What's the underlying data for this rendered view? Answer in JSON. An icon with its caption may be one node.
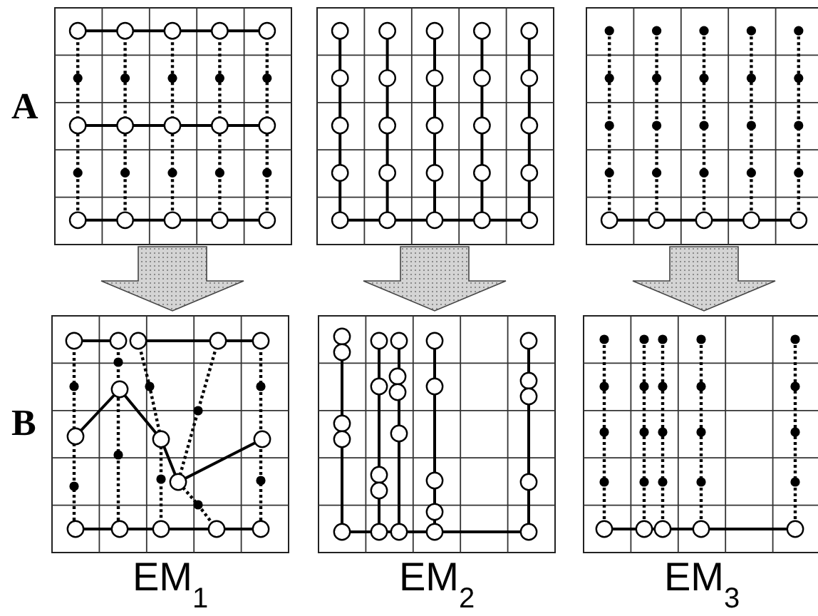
{
  "diagram": {
    "nodes": [
      {
        "text": [],
        "shape": "picture"
      },
      {
        "text": [],
        "shape": "picture"
      },
      {
        "text": [],
        "shape": "picture"
      },
      {
        "text": [],
        "shape": "picture",
        "beside": [
          "EM$_{1}$"
        ]
      },
      {
        "text": [],
        "shape": "picture",
        "beside": [
          "EM$_{2}$"
        ]
      },
      {
        "text": [],
        "shape": "picture",
        "beside": [
          "EM$_{3}$"
        ]
      }
    ],
    "edges": [
      {
        "from": 0,
        "to": 3,
        "arrow": "to"
      },
      {
        "from": 1,
        "to": 4,
        "arrow": "to"
      },
      {
        "from": 2,
        "to": 5,
        "arrow": "to"
      }
    ],
    "labels": [
      "A",
      "B"
    ]
  }
}
